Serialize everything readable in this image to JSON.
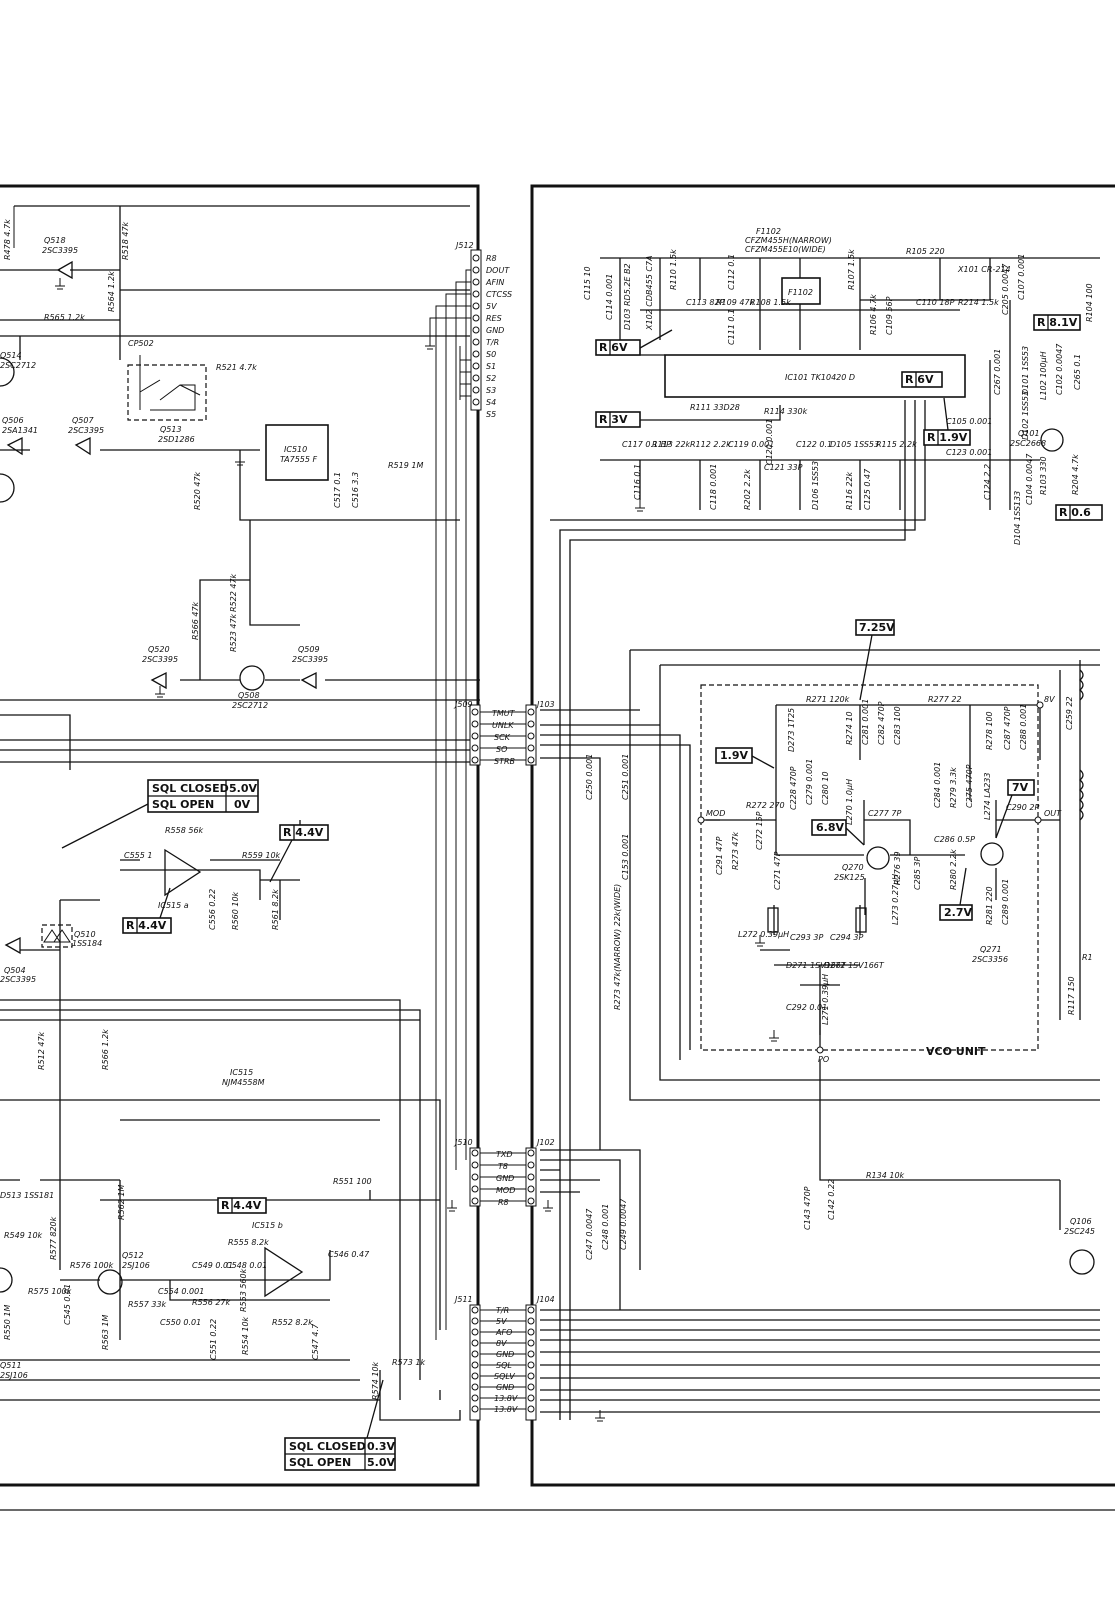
{
  "parts": {
    "j512": {
      "name": "J512",
      "pins": [
        "R8",
        "DOUT",
        "AFIN",
        "CTCSS",
        "5V",
        "RES",
        "GND",
        "T/R",
        "S0",
        "S1",
        "S2",
        "S3",
        "S4",
        "S5"
      ]
    },
    "j509": {
      "name": "J509",
      "pins": [
        "TMUT",
        "UNLK",
        "SCK",
        "SO",
        "STRB"
      ]
    },
    "j103": {
      "name": "J103"
    },
    "j510": {
      "name": "J510",
      "pins": [
        "TXD",
        "T8",
        "GND",
        "MOD",
        "R8"
      ]
    },
    "j102": {
      "name": "J102"
    },
    "j511": {
      "name": "J511",
      "pins": [
        "T/R",
        "5V",
        "AFO",
        "8V",
        "GND",
        "SQL",
        "SQLV",
        "GND",
        "13.8V",
        "13.8V"
      ]
    },
    "j104": {
      "name": "J104"
    },
    "ic510": {
      "name": "IC510",
      "part": "TA7555 F"
    },
    "ic515": {
      "name": "IC515",
      "part": "NJM4558M"
    },
    "ic515a": {
      "name": "IC515 a"
    },
    "ic515b": {
      "name": "IC515 b"
    },
    "ic101": {
      "name": "IC101 TK10420 D"
    },
    "f1102_title": {
      "name": "F1102",
      "narrow": "CFZM455H(NARROW)",
      "wide": "CFZM455E10(WIDE)"
    },
    "f1102_box": "F1102",
    "cp502": "CP502",
    "vco_title": "VCO UNIT",
    "q518": {
      "ref": "Q518",
      "part": "2SC3395"
    },
    "q514": {
      "ref": "Q514",
      "part": "2SC2712"
    },
    "q506": {
      "ref": "Q506",
      "part": "2SA1341"
    },
    "q507": {
      "ref": "Q507",
      "part": "2SC3395"
    },
    "q513": {
      "ref": "Q513",
      "part": "2SD1286"
    },
    "q520": {
      "ref": "Q520",
      "part": "2SC3395"
    },
    "q509": {
      "ref": "Q509",
      "part": "2SC3395"
    },
    "q508": {
      "ref": "Q508",
      "part": "2SC2712"
    },
    "q510": {
      "ref": "Q510",
      "part": "1SS184"
    },
    "q504": {
      "ref": "Q504",
      "part": "2SC3395"
    },
    "q512": {
      "ref": "Q512",
      "part": "2SJ106"
    },
    "q511": {
      "ref": "Q511",
      "part": "2SJ106"
    },
    "q101": {
      "ref": "Q101",
      "part": "2SC2668"
    },
    "q270": {
      "ref": "Q270",
      "part": "2SK125"
    },
    "q271": {
      "ref": "Q271",
      "part": "2SC3356"
    },
    "q106": {
      "ref": "Q106",
      "part": "2SC245"
    },
    "d513": "D513 1SS181",
    "r521": "R521 4.7k",
    "r519": "R519 1M",
    "r558": "R558 56k",
    "r559": "R559 10k",
    "r555": "R555 8.2k",
    "r551": "R551 100",
    "r573": "R573 1k",
    "r576": "R576 100k",
    "r575": "R575 100k",
    "r557": "R557 33k",
    "r556": "R556 27k",
    "r552": "R552 8.2k",
    "r105": "R105 220",
    "r134": "R134 10k",
    "r271": "R271 120k",
    "r277": "R277 22",
    "r272": "R272 270",
    "r111": "R111 33D28",
    "r114": "R114 330k",
    "r113": "R113 22k",
    "r112": "R112 2.2k",
    "r115": "R115 2.2k",
    "r108": "R108 1.5k",
    "r109": "R109 47k",
    "r214": "R214 1.5k",
    "x101": "X101 CR-214",
    "c555": "C555 1",
    "c549": "C549 0.01",
    "c548": "C548 0.01",
    "c554": "C554 0.001",
    "c550": "C550 0.01",
    "c546": "C546 0.47",
    "c113": "C113 82P",
    "c110": "C110 18P",
    "c119": "C119 0.001",
    "c121": "C121 33P",
    "c122": "C122 0.1",
    "c117": "C117 0.1 BP",
    "c123": "C123 0.001",
    "c105": "C105 0.001",
    "c277": "C277 7P",
    "c286": "C286 0.5P",
    "c290": "C290 2P",
    "c293": "C293 3P",
    "c294": "C294 3P",
    "c292": "C292 0.01",
    "d105": "D105 1SS53",
    "d271": "D271 1SV166T",
    "d272": "D272 1SV166T",
    "l272": "L272 0.39µH",
    "mod_port": "MOD",
    "out_port": "OUT",
    "po_port": "PO",
    "v8_port": "8V",
    "side_labels": {
      "r564": "R564 1.2k",
      "r518": "R518 47k",
      "r478": "R478 4.7k",
      "r565": "R565 1.2k",
      "r520": "R520 47k",
      "r566": "R566 47k",
      "r522": "R522 47k",
      "r523": "R523 47k",
      "c517": "C517 0.1",
      "c516": "C516 3.3",
      "r512": "R512 47k",
      "r566b": "R566 1.2k",
      "r562": "R562 1M",
      "r577": "R577 820k",
      "r549": "R549 10k",
      "r550": "R550 1M",
      "c545": "C545 0.01",
      "r563": "R563 1M",
      "c551": "C551 0.22",
      "r554": "R554 10k",
      "r553": "R553 560k",
      "c547": "C547 4.7",
      "c556": "C556 0.22",
      "r560": "R560 10k",
      "r561": "R561 8.2k",
      "r574": "R574 10k",
      "c250": "C250 0.001",
      "c251": "C251 0.001",
      "c153": "C153 0.001",
      "r273": "R273 47k(NARROW) 22k(WIDE)",
      "c247": "C247 0.0047",
      "c248": "C248 0.001",
      "c249": "C249 0.0047",
      "c143": "C143 470P",
      "c142": "C142 0.22",
      "r117": "R117 150",
      "c259": "C259 22",
      "r133": "R1",
      "c115": "C115 10",
      "c114": "C114 0.001",
      "d103": "D103 RD5.2E B2",
      "x102": "X102 CDB455 C7A",
      "r110": "R110 1.5k",
      "c112": "C112 0.1",
      "c111": "C111 0.1",
      "r107": "R107 1.5k",
      "r106": "R106 4.7k",
      "c109": "C109 56P",
      "c205": "C205 0.0047",
      "c107": "C107 0.001",
      "c116": "C116 0.1",
      "c118": "C118 0.001",
      "r202": "R202 2.2k",
      "c120": "C120 0.001",
      "d106": "D106 1SS53",
      "r116": "R116 22k",
      "c125": "C125 0.47",
      "c124": "C124 2.2",
      "d104": "D104 1SS133",
      "d101": "D101 1SS53",
      "d102": "D102 1SS53",
      "l102": "L102 100µH",
      "c102": "C102 0.0047",
      "c265": "C265 0.1",
      "c104": "C104 0.0047",
      "r103": "R103 330",
      "r204": "R204 4.7k",
      "r104": "R104 100",
      "c267": "C267 0.001",
      "d273": "D273 1T25",
      "r274": "R274 10",
      "c281": "C281 0.001",
      "c282": "C282 470P",
      "c283": "C283 100",
      "r278": "R278 100",
      "c287": "C287 470P",
      "c288": "C288 0.001",
      "c228": "C228 470P",
      "c279": "C279 0.001",
      "c280": "C280 10",
      "l270": "L270 1.0µH",
      "c284": "C284 0.001",
      "r279": "R279 3.3k",
      "c275": "C275 470P",
      "l274": "L274 LA233",
      "c291": "C291 47P",
      "r273b": "R273 47k",
      "c272": "C272 15P",
      "c271": "C271 47P",
      "r276": "R276 39",
      "c285": "C285 3P",
      "r280": "R280 2.2k",
      "r281": "R281 220",
      "c289": "C289 0.001",
      "l273": "L273 0.27µH",
      "l271": "L271 0.39µH"
    }
  },
  "volt": {
    "sql_closed_top": "SQL CLOSED",
    "sql_closed_top_v": "5.0V",
    "sql_open_top": "SQL OPEN",
    "sql_open_top_v": "0V",
    "r44_top": "R 4.4V",
    "r44_left": "R 4.4V",
    "r44_bottom": "R 4.4V",
    "sql_closed_bot": "SQL CLOSED",
    "sql_closed_bot_v": "0.3V",
    "sql_open_bot": "SQL OPEN",
    "sql_open_bot_v": "5.0V",
    "r6v_left": "R 6V",
    "r6v_ic": "R 6V",
    "r3v": "R 3V",
    "r19v": "R 1.9V",
    "r81v": "R 8.1V",
    "r06": "R 0.6",
    "v725": "7.25V",
    "v19": "1.9V",
    "v68": "6.8V",
    "v7": "7V",
    "v27": "2.7V"
  }
}
